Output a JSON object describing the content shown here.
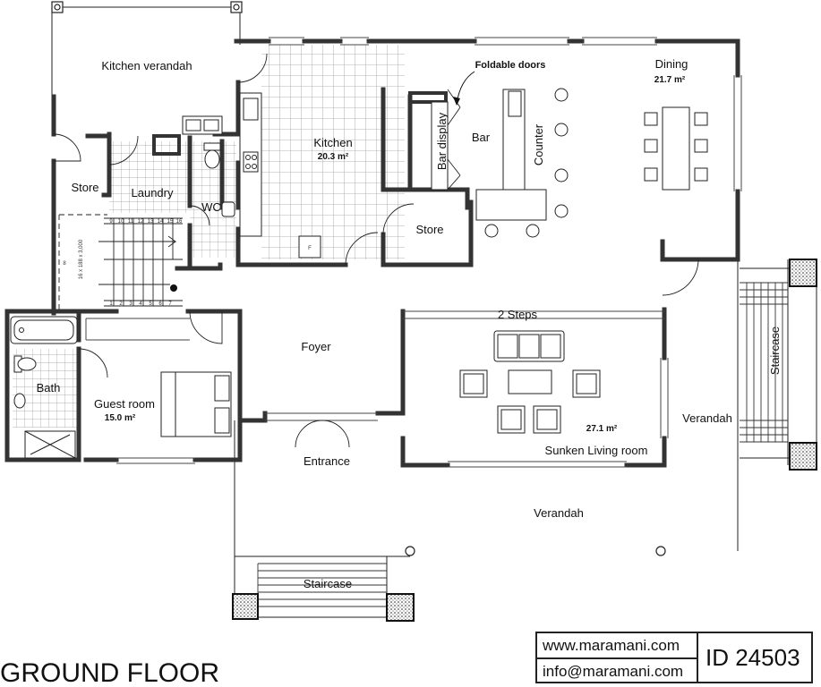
{
  "rooms": {
    "kitchen_verandah": "Kitchen verandah",
    "store_left": "Store",
    "laundry": "Laundry",
    "wc": "WC",
    "kitchen": "Kitchen",
    "kitchen_area": "20.3 m²",
    "bar_display": "Bar display",
    "bar": "Bar",
    "counter": "Counter",
    "foldable_doors": "Foldable doors",
    "dining": "Dining",
    "dining_area": "21.7 m²",
    "store_mid": "Store",
    "foyer": "Foyer",
    "two_steps": "2 Steps",
    "bath": "Bath",
    "guest_room": "Guest room",
    "guest_area": "15.0 m²",
    "living_area": "27.1 m²",
    "sunken_living": "Sunken Living room",
    "entrance": "Entrance",
    "verandah_right": "Verandah",
    "verandah_bottom": "Verandah",
    "staircase_right": "Staircase",
    "staircase_bottom": "Staircase",
    "stair_note": "16 x 188 x 3,000",
    "stair_num": "8",
    "fridge": "F"
  },
  "stair_steps": {
    "upper": [
      "9",
      "10",
      "11",
      "12",
      "13",
      "14",
      "15",
      "16"
    ],
    "lower": [
      "1",
      "2",
      "3",
      "4",
      "5",
      "6",
      "7"
    ]
  },
  "title": "GROUND FLOOR",
  "info": {
    "website": "www.maramani.com",
    "email": "info@maramani.com",
    "plan_id": "ID 24503"
  }
}
